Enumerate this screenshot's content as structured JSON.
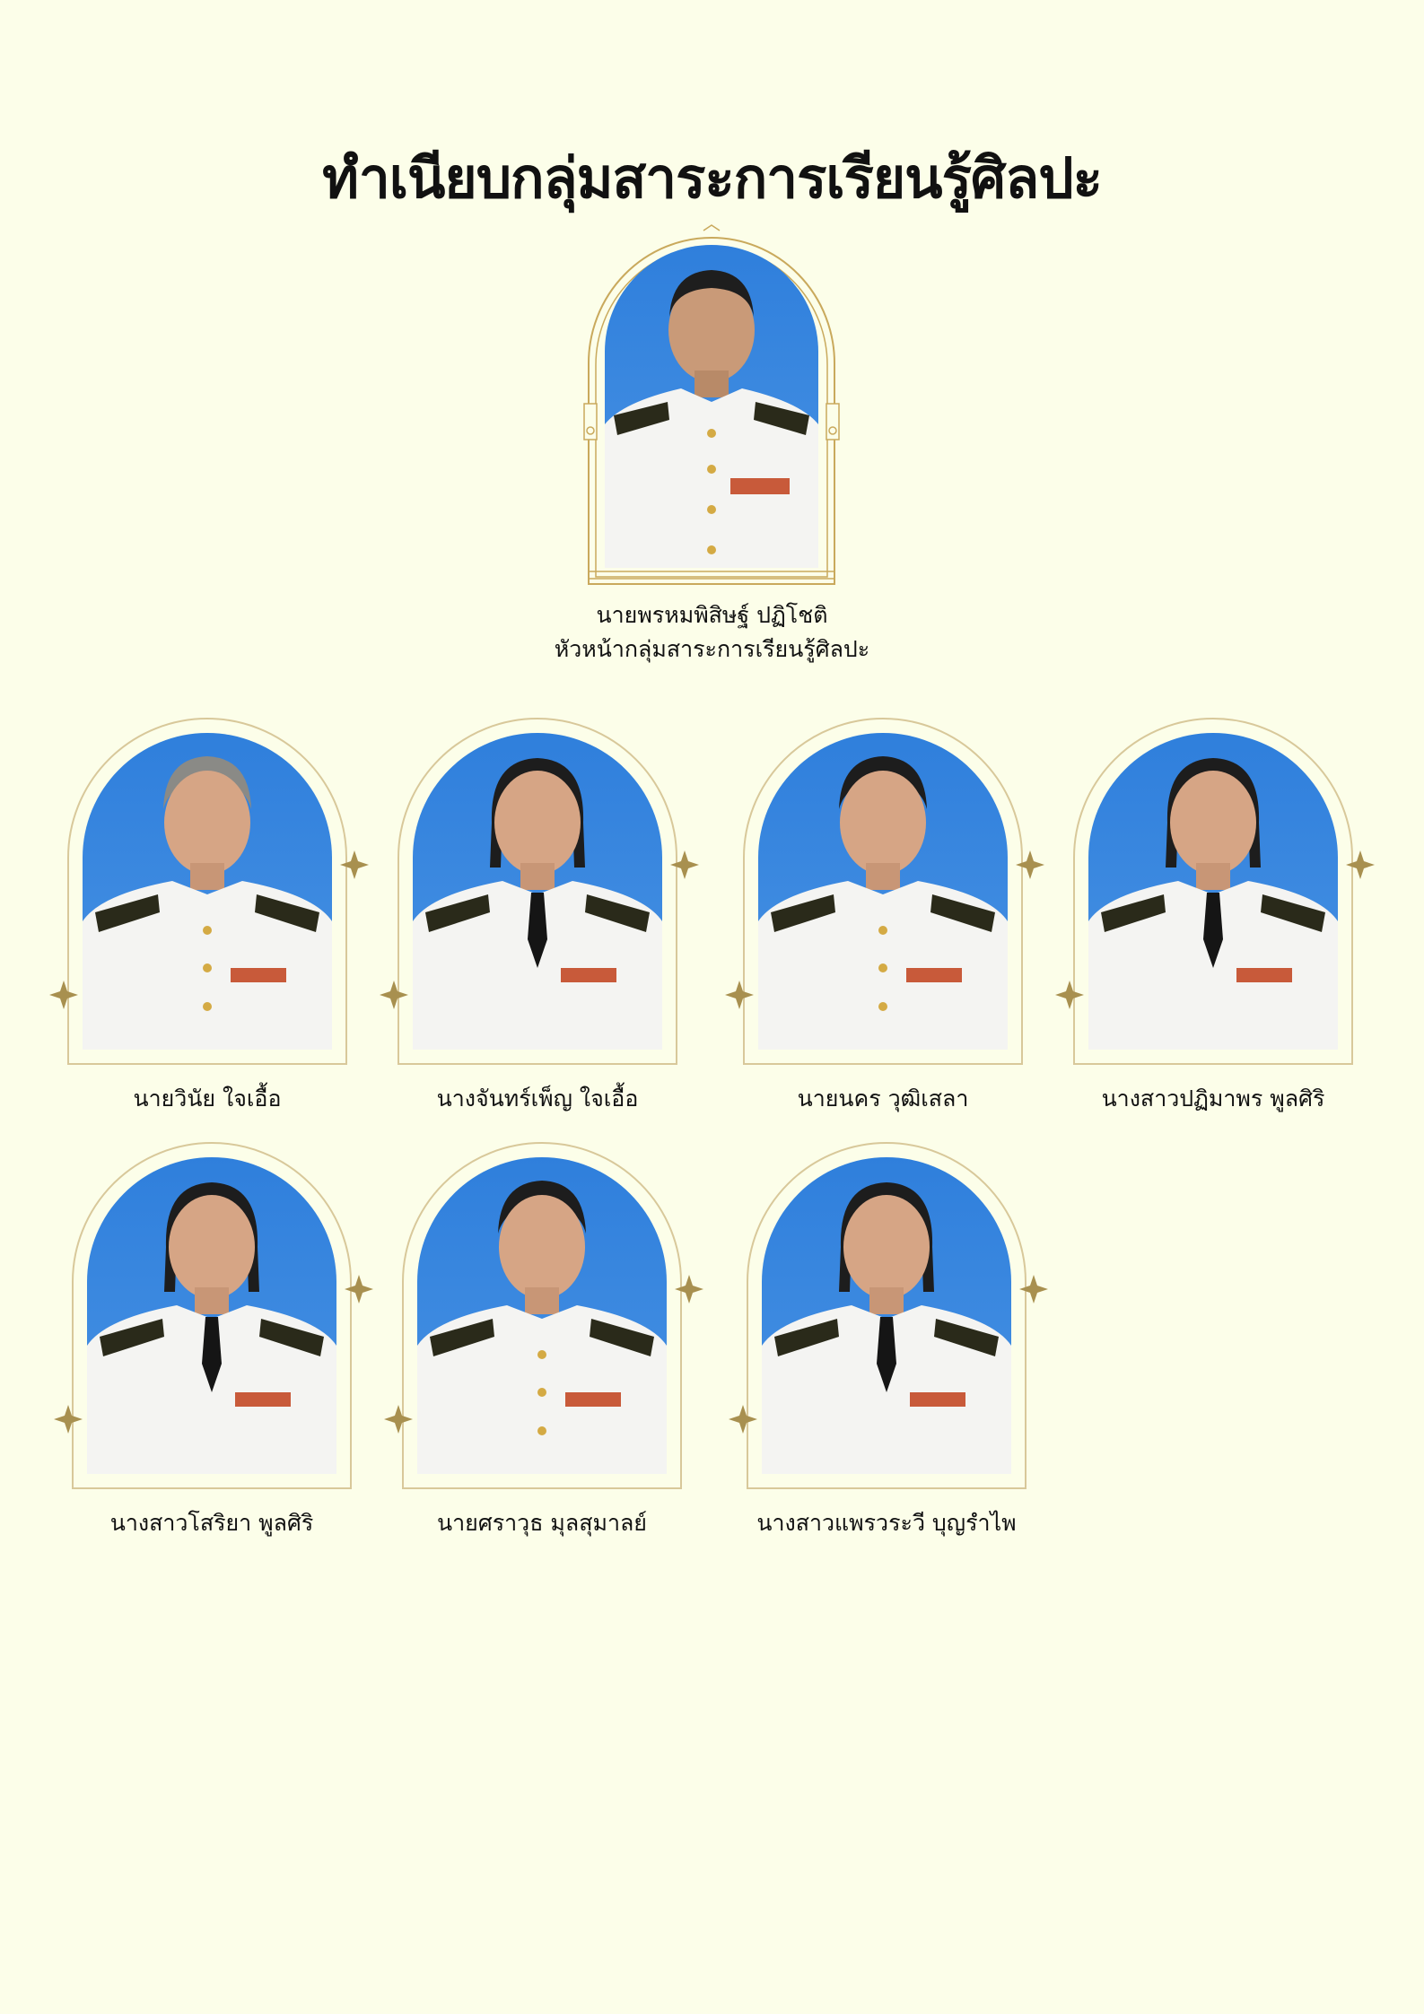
{
  "page": {
    "title": "ทำเนียบกลุ่มสาระการเรียนรู้ศิลปะ",
    "background": "#fcfee9",
    "frame_color": "#c9a95c"
  },
  "head": {
    "name": "นายพรหมพิสิษฐ์ ปฏิโชติ",
    "position": "หัวหน้ากลุ่มสาระการเรียนรู้ศิลปะ",
    "photo": "portrait-man-white-uniform"
  },
  "members": [
    {
      "name": "นายวินัย ใจเอื้อ",
      "photo": "portrait-man-grey-hair"
    },
    {
      "name": "นางจันทร์เพ็ญ ใจเอื้อ",
      "photo": "portrait-woman-black-tie"
    },
    {
      "name": "นายนคร วุฒิเสลา",
      "photo": "portrait-man-white-uniform"
    },
    {
      "name": "นางสาวปฏิมาพร พูลศิริ",
      "photo": "portrait-woman-black-tie"
    },
    {
      "name": "นางสาวโสริยา พูลศิริ",
      "photo": "portrait-woman-black-tie"
    },
    {
      "name": "นายศราวุธ มุลสุมาลย์",
      "photo": "portrait-man-white-uniform"
    },
    {
      "name": "นางสาวแพรวระวี บุญรำไพ",
      "photo": "portrait-woman-black-tie"
    }
  ]
}
